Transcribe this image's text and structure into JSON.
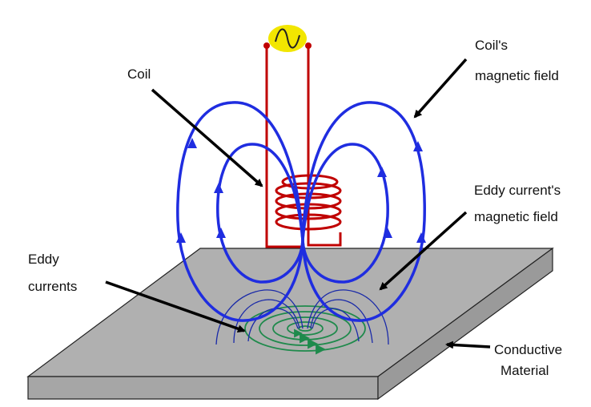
{
  "labels": {
    "coil": "Coil",
    "coil_field_1": "Coil's",
    "coil_field_2": "magnetic field",
    "eddy_field_1": "Eddy current's",
    "eddy_field_2": "magnetic field",
    "eddy_currents_1": "Eddy",
    "eddy_currents_2": "currents",
    "material_1": "Conductive",
    "material_2": "Material"
  },
  "colors": {
    "coil": "#c00000",
    "coil_field": "#1f2de0",
    "eddy_field": "#1a2aa8",
    "eddy_currents": "#1f8a4c",
    "source": "#f2e600",
    "plate_top": "#b0b0b0",
    "plate_side": "#a6a6a6",
    "arrow": "#000000"
  },
  "icons": {
    "source": "ac-source-icon"
  }
}
